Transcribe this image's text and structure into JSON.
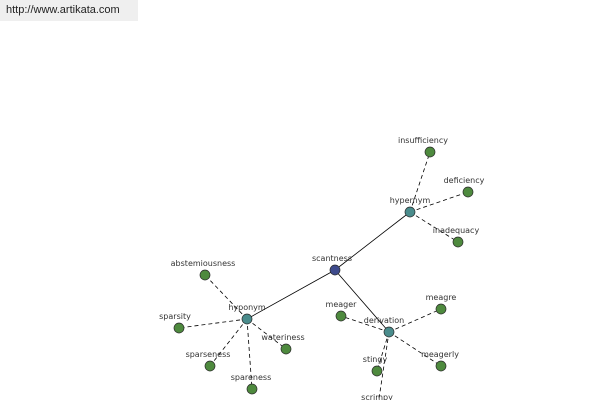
{
  "header": {
    "url": "http://www.artikata.com"
  },
  "colors": {
    "center": "#3d4a8c",
    "relation": "#4a8c8c",
    "leaf": "#4e8a3e",
    "node_stroke": "#2a2a2a",
    "edge": "#000000"
  },
  "graph": {
    "center": {
      "id": "scantness",
      "label": "scantness"
    },
    "relations": [
      {
        "id": "hypernym",
        "label": "hypernym"
      },
      {
        "id": "hyponym",
        "label": "hyponym"
      },
      {
        "id": "derivation",
        "label": "derivation"
      }
    ],
    "leaves": [
      {
        "id": "insufficiency",
        "label": "insufficiency",
        "parent": "hypernym"
      },
      {
        "id": "deficiency",
        "label": "deficiency",
        "parent": "hypernym"
      },
      {
        "id": "inadequacy",
        "label": "inadequacy",
        "parent": "hypernym"
      },
      {
        "id": "abstemiousness",
        "label": "abstemiousness",
        "parent": "hyponym"
      },
      {
        "id": "sparsity",
        "label": "sparsity",
        "parent": "hyponym"
      },
      {
        "id": "sparseness",
        "label": "sparseness",
        "parent": "hyponym"
      },
      {
        "id": "spareness",
        "label": "spareness",
        "parent": "hyponym"
      },
      {
        "id": "wateriness",
        "label": "wateriness",
        "parent": "hyponym"
      },
      {
        "id": "meager",
        "label": "meager",
        "parent": "derivation"
      },
      {
        "id": "meagre",
        "label": "meagre",
        "parent": "derivation"
      },
      {
        "id": "stingy",
        "label": "stingy",
        "parent": "derivation"
      },
      {
        "id": "meagerly",
        "label": "meagerly",
        "parent": "derivation"
      },
      {
        "id": "scrimpy",
        "label": "scrimpy",
        "parent": "derivation"
      }
    ]
  }
}
